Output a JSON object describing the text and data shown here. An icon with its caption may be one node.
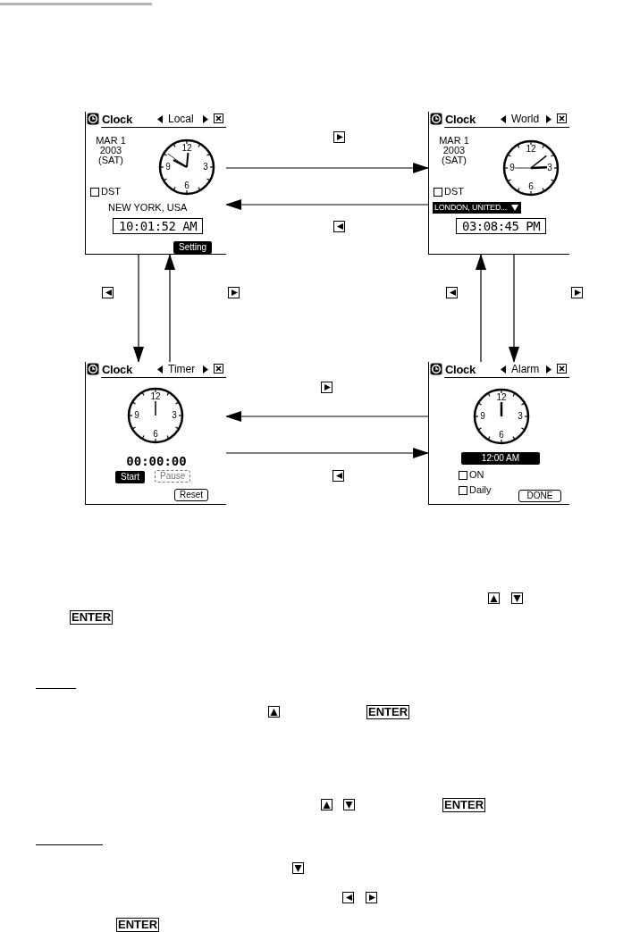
{
  "diagram": {
    "nodes": [
      {
        "text": [
          "Clock",
          "Local",
          "MAR 1 2003 (SAT)",
          "DST",
          "NEW YORK, USA",
          "10:01:52 AM",
          "Setting"
        ]
      },
      {
        "text": [
          "12",
          "9",
          "3",
          "6"
        ],
        "in": 0
      },
      {
        "text": [
          "Clock",
          "World",
          "MAR 1 2003 (SAT)",
          "DST",
          "LONDON, UNITED...",
          "03:08:45 PM"
        ]
      },
      {
        "text": [
          "12",
          "9",
          "3",
          "6"
        ],
        "in": 2
      },
      {
        "text": [
          "Clock",
          "Timer",
          "00:00:00",
          "Start",
          "Pause",
          "Reset"
        ]
      },
      {
        "text": [
          "12",
          "9",
          "3",
          "6"
        ],
        "in": 4
      },
      {
        "text": [
          "Clock",
          "Alarm",
          "12:00 AM",
          "ON",
          "Daily",
          "DONE"
        ]
      },
      {
        "text": [
          "12",
          "9",
          "3",
          "6"
        ],
        "in": 6
      }
    ],
    "edges": [
      {
        "from": 0,
        "to": 2,
        "arrow": "to"
      },
      {
        "from": 2,
        "to": 0,
        "arrow": "to"
      },
      {
        "from": 0,
        "to": 4,
        "arrow": "to"
      },
      {
        "from": 4,
        "to": 0,
        "arrow": "to"
      },
      {
        "from": 6,
        "to": 2,
        "arrow": "to"
      },
      {
        "from": 2,
        "to": 6,
        "arrow": "to"
      },
      {
        "from": 6,
        "to": 4,
        "arrow": "to"
      },
      {
        "from": 4,
        "to": 6,
        "arrow": "to"
      }
    ],
    "labels": [
      "ENTER",
      "ENTER",
      "ENTER",
      "ENTER"
    ]
  }
}
